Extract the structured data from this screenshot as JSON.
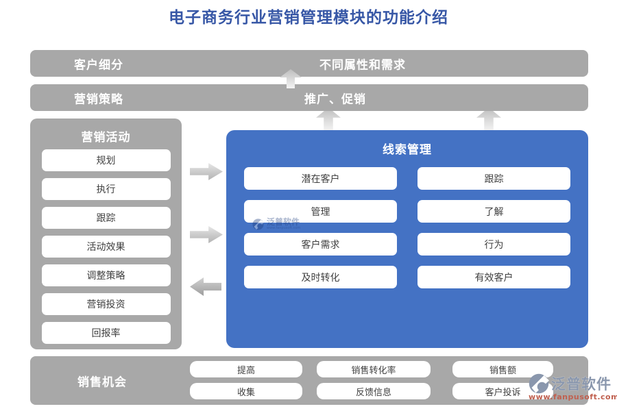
{
  "title": "电子商务行业营销管理模块的功能介绍",
  "bars": [
    {
      "label": "客户细分",
      "value": "不同属性和需求"
    },
    {
      "label": "营销策略",
      "value": "推广、促销"
    }
  ],
  "left_panel": {
    "title": "营销活动",
    "items": [
      "规划",
      "执行",
      "跟踪",
      "活动效果",
      "调整策略",
      "营销投资",
      "回报率"
    ]
  },
  "lead_panel": {
    "title": "线索管理",
    "rows": [
      {
        "left": "潜在客户",
        "right": "跟踪"
      },
      {
        "left": "管理",
        "right": "了解"
      },
      {
        "left": "客户需求",
        "right": "行为"
      },
      {
        "left": "及时转化",
        "right": "有效客户"
      }
    ]
  },
  "bottom_bar": {
    "label": "销售机会",
    "buttons": [
      "提高",
      "销售转化率",
      "销售额",
      "收集",
      "反馈信息",
      "客户投诉"
    ]
  },
  "watermark": {
    "brand": "泛普软件",
    "url": "www.fanpusoft.com"
  },
  "colors": {
    "accent_blue": "#4472C4",
    "bar_gray": "#A8A8A8",
    "title_blue": "#3757A6",
    "arrow_gray": "#C4C4C4",
    "watermark_red": "#C0604F"
  }
}
